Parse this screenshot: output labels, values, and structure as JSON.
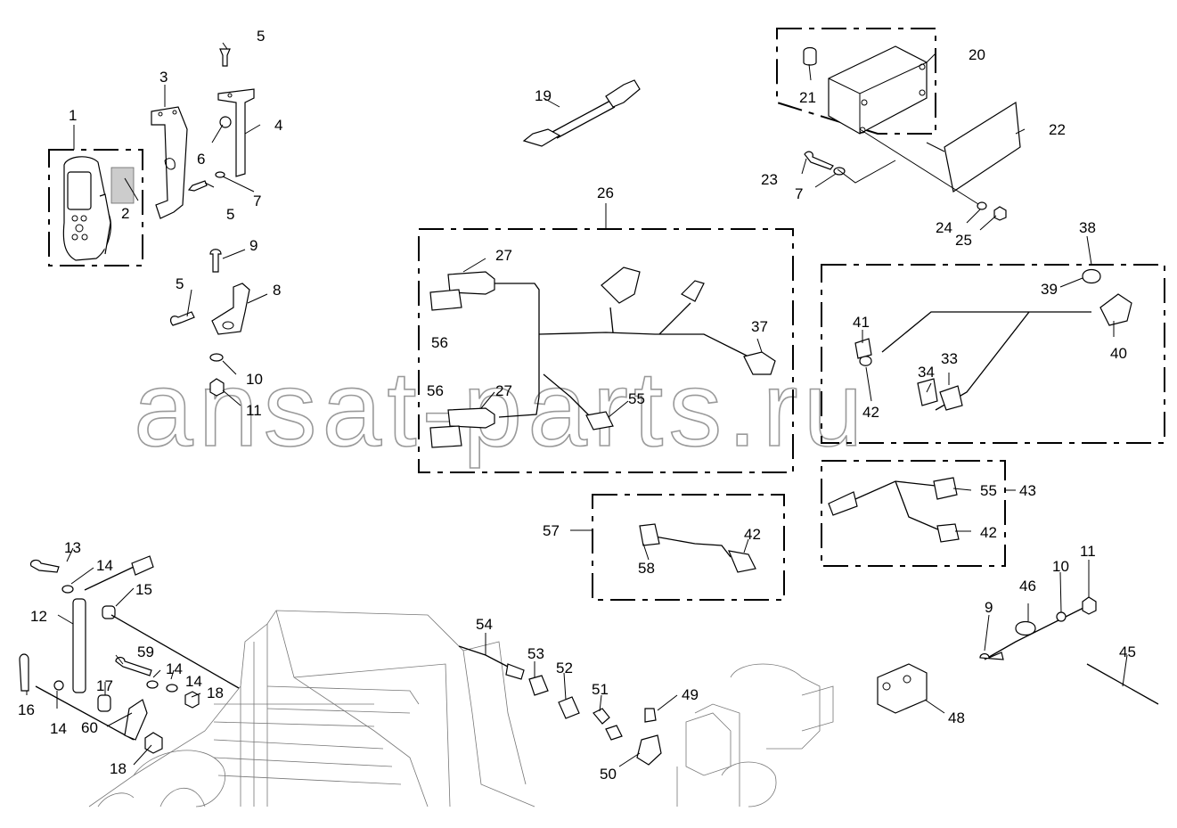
{
  "watermark": "ansat-parts.ru",
  "callouts": [
    "1",
    "2",
    "3",
    "4",
    "5",
    "5",
    "5",
    "6",
    "7",
    "7",
    "8",
    "9",
    "9",
    "10",
    "10",
    "11",
    "11",
    "12",
    "13",
    "14",
    "14",
    "14",
    "14",
    "15",
    "16",
    "17",
    "18",
    "18",
    "19",
    "20",
    "21",
    "22",
    "23",
    "24",
    "25",
    "26",
    "27",
    "27",
    "33",
    "34",
    "37",
    "38",
    "39",
    "40",
    "41",
    "42",
    "42",
    "42",
    "43",
    "45",
    "46",
    "48",
    "49",
    "50",
    "51",
    "52",
    "53",
    "54",
    "55",
    "55",
    "56",
    "56",
    "57",
    "58",
    "59",
    "60"
  ]
}
